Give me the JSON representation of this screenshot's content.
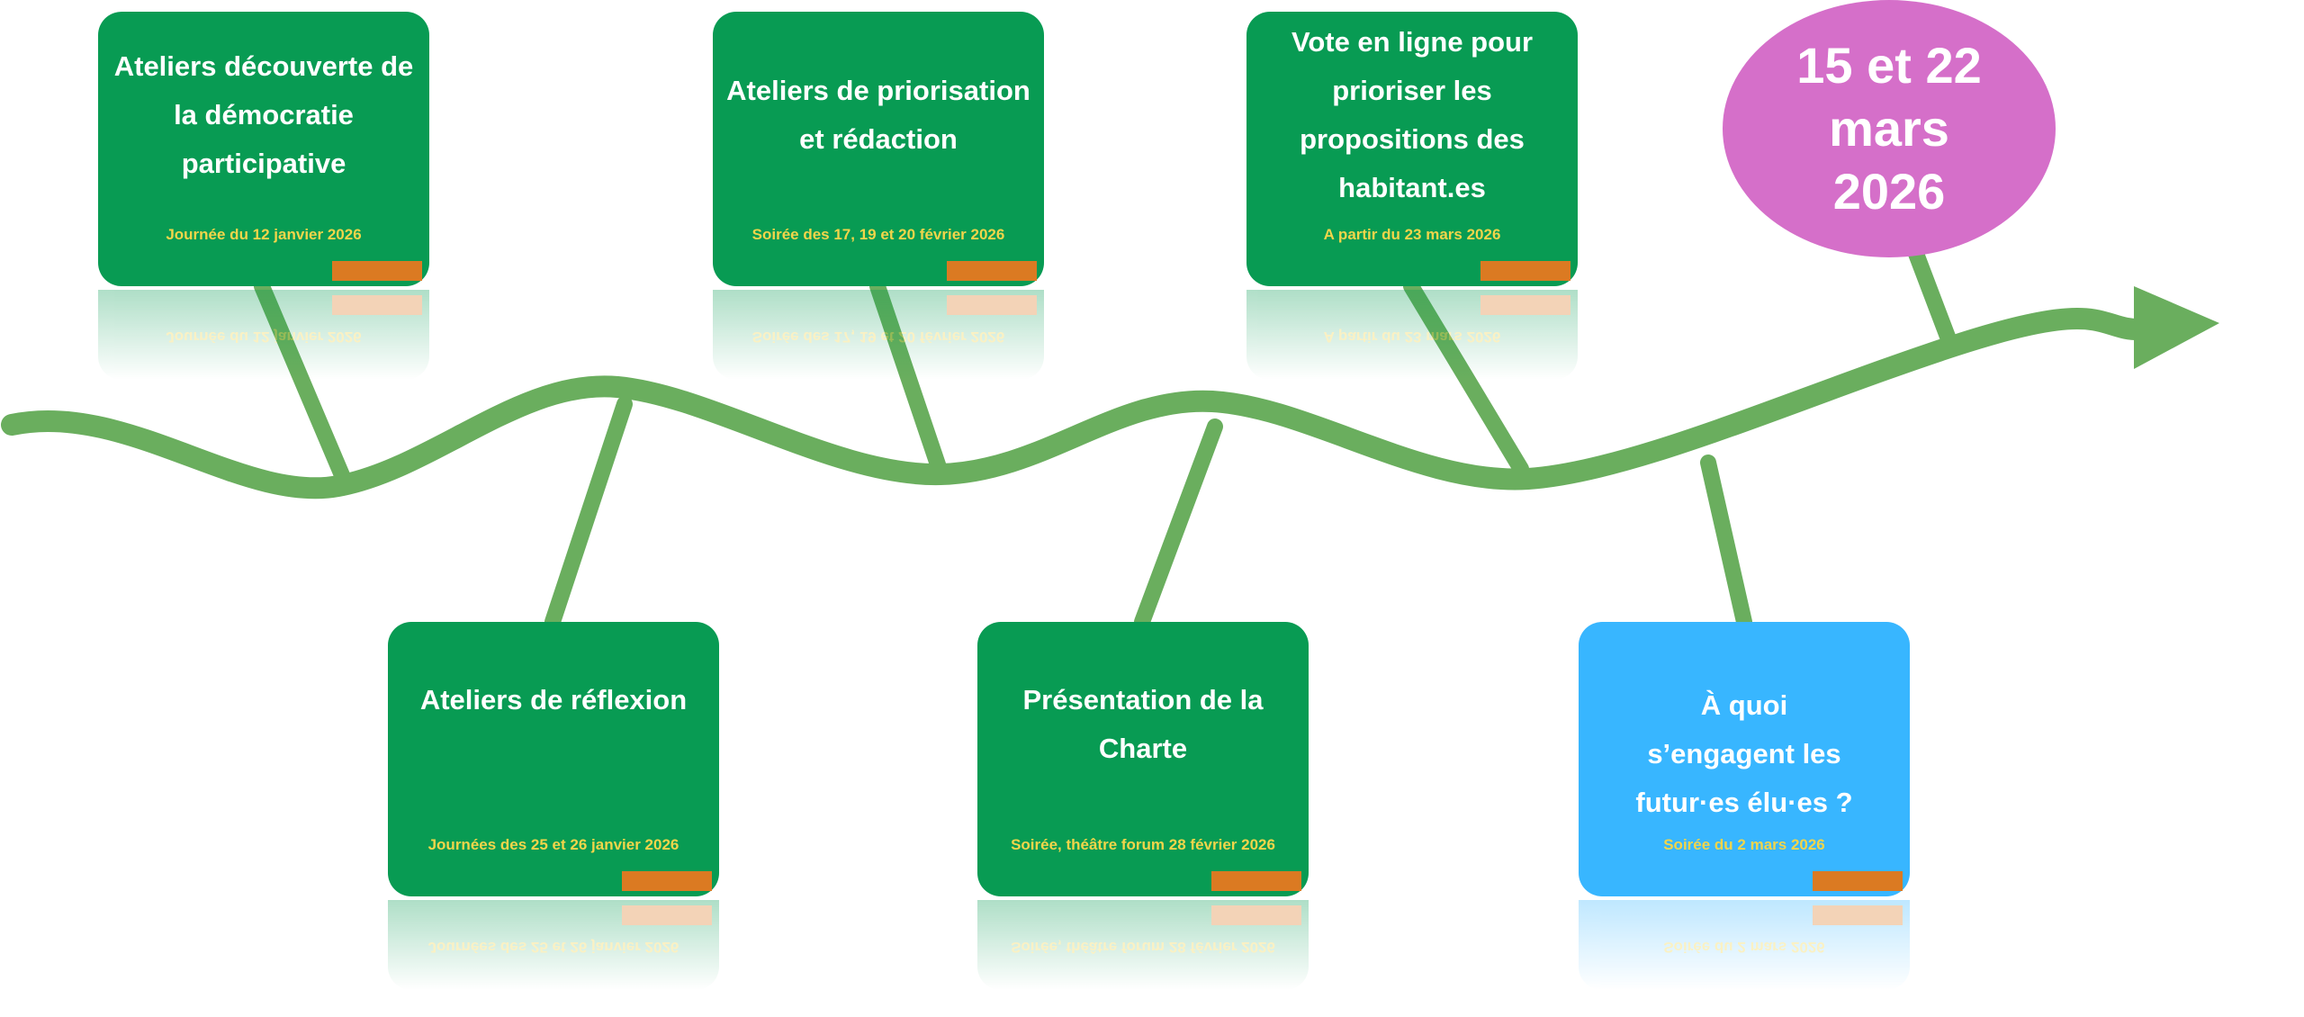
{
  "events": [
    {
      "title": "Ateliers découverte de la démocratie participative",
      "date": "Journée du 12 janvier 2026"
    },
    {
      "title": "Ateliers de réflexion",
      "date": "Journées des 25 et 26 janvier 2026"
    },
    {
      "title": "Ateliers de priorisation et rédaction",
      "date": "Soirée des 17, 19 et 20 février 2026"
    },
    {
      "title": "Présentation de la Charte",
      "date": "Soirée, théâtre forum 28 février 2026"
    },
    {
      "title": "À quoi s’engagent les futur·es élu·es ?",
      "date": "Soirée du 2 mars 2026"
    },
    {
      "title": "Vote en ligne pour prioriser les propositions des habitant.es",
      "date": "A partir du 23 mars 2026"
    }
  ],
  "election": {
    "line1": "15 et 22",
    "line2": "mars",
    "line3": "2026"
  },
  "colors": {
    "card_green": "#089B53",
    "card_blue": "#38B6FF",
    "accent_orange": "#DB7A22",
    "date_yellow": "#F2D54A",
    "timeline_green": "#6AAE5E",
    "election_pink": "#D56FC9"
  }
}
